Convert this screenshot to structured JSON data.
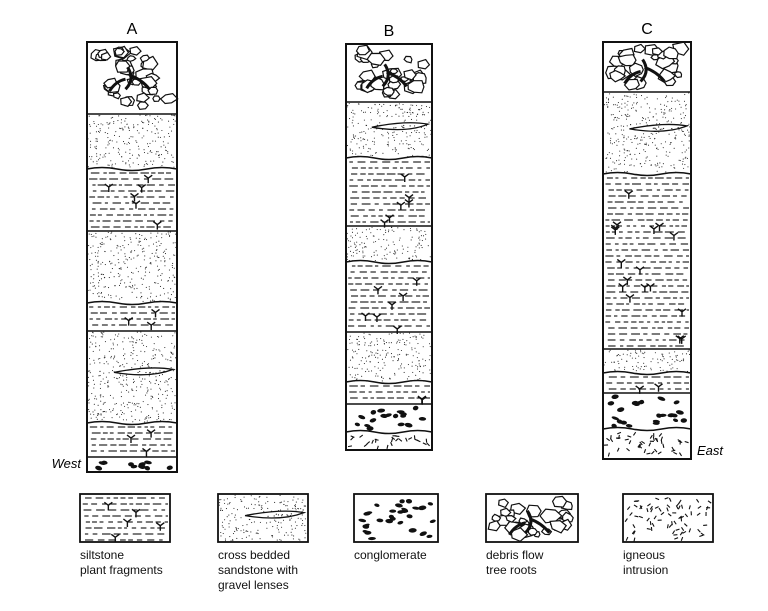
{
  "columns": [
    {
      "id": "A",
      "label": "A",
      "side_label": "West",
      "layers": [
        {
          "type": "debris",
          "h": 72
        },
        {
          "type": "sandstone",
          "h": 55,
          "lens": false
        },
        {
          "type": "siltstone",
          "h": 62
        },
        {
          "type": "sandstone",
          "h": 72,
          "lens": false
        },
        {
          "type": "siltstone",
          "h": 28
        },
        {
          "type": "sandstone",
          "h": 92,
          "lens": true
        },
        {
          "type": "siltstone",
          "h": 34
        },
        {
          "type": "conglomerate",
          "h": 15
        }
      ]
    },
    {
      "id": "B",
      "label": "B",
      "side_label": "",
      "layers": [
        {
          "type": "debris",
          "h": 58
        },
        {
          "type": "sandstone",
          "h": 56,
          "lens": true
        },
        {
          "type": "siltstone",
          "h": 68
        },
        {
          "type": "sandstone",
          "h": 36,
          "lens": false
        },
        {
          "type": "siltstone",
          "h": 70
        },
        {
          "type": "sandstone",
          "h": 50,
          "lens": false
        },
        {
          "type": "siltstone",
          "h": 22
        },
        {
          "type": "conglomerate",
          "h": 28
        },
        {
          "type": "igneous",
          "h": 18
        }
      ]
    },
    {
      "id": "C",
      "label": "C",
      "side_label": "East",
      "layers": [
        {
          "type": "debris",
          "h": 50
        },
        {
          "type": "sandstone",
          "h": 82,
          "lens": true
        },
        {
          "type": "siltstone",
          "h": 175
        },
        {
          "type": "sandstone",
          "h": 24,
          "lens": false
        },
        {
          "type": "siltstone",
          "h": 20
        },
        {
          "type": "conglomerate",
          "h": 36
        },
        {
          "type": "igneous",
          "h": 30
        }
      ]
    }
  ],
  "legend": [
    {
      "type": "siltstone",
      "lines": [
        "siltstone",
        "plant fragments"
      ]
    },
    {
      "type": "sandstone",
      "lines": [
        "cross bedded",
        "sandstone with",
        "gravel lenses"
      ]
    },
    {
      "type": "conglomerate",
      "lines": [
        "conglomerate"
      ]
    },
    {
      "type": "debris",
      "lines": [
        "debris flow",
        "tree roots"
      ]
    },
    {
      "type": "igneous",
      "lines": [
        "igneous",
        "intrusion"
      ]
    }
  ]
}
